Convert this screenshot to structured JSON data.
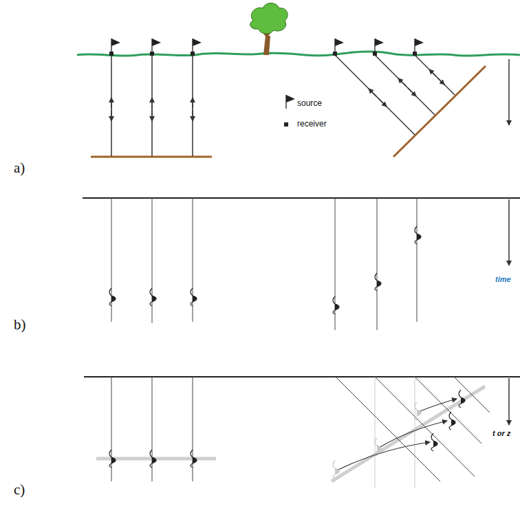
{
  "diagram": {
    "labels": [
      "a)",
      "b)",
      "c)",
      "time",
      "t or z"
    ],
    "legend": [
      {
        "text": "source"
      },
      {
        "text": "receiver"
      }
    ]
  }
}
